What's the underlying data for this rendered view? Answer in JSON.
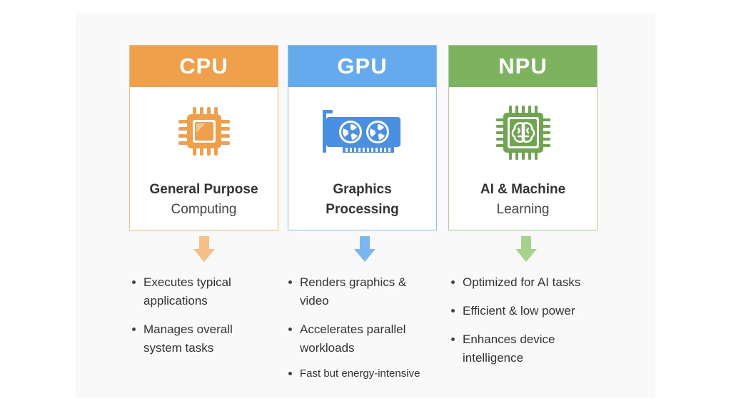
{
  "colors": {
    "cpu": "#f0a04b",
    "gpu": "#66aaee",
    "npu": "#7db35e",
    "cpu_arrow": "#f7be86",
    "gpu_arrow": "#79b6f2",
    "npu_arrow": "#a6d28e"
  },
  "cards": {
    "cpu": {
      "header": "CPU",
      "icon": "processor-chip-icon",
      "title_bold": "General Purpose",
      "title_regular": "Computing",
      "bullets": [
        {
          "l1": "Executes typical",
          "l2": "applications"
        },
        {
          "l1": "Manages overall",
          "l2": "system tasks"
        }
      ]
    },
    "gpu": {
      "header": "GPU",
      "icon": "graphics-card-icon",
      "title_bold": "Graphics",
      "title_bold2": "Processing",
      "bullets": [
        {
          "l1": "Renders graphics &",
          "l2": "video"
        },
        {
          "l1": "Accelerates parallel",
          "l2": "workloads"
        },
        {
          "l1": "Fast but energy-intensive"
        }
      ]
    },
    "npu": {
      "header": "NPU",
      "icon": "ai-brain-chip-icon",
      "title_bold": "AI & Machine",
      "title_regular": "Learning",
      "bullets": [
        {
          "l1": "Optimized for AI tasks"
        },
        {
          "l1": "Efficient & low power"
        },
        {
          "l1": "Enhances device",
          "l2": "intelligence"
        }
      ]
    }
  }
}
